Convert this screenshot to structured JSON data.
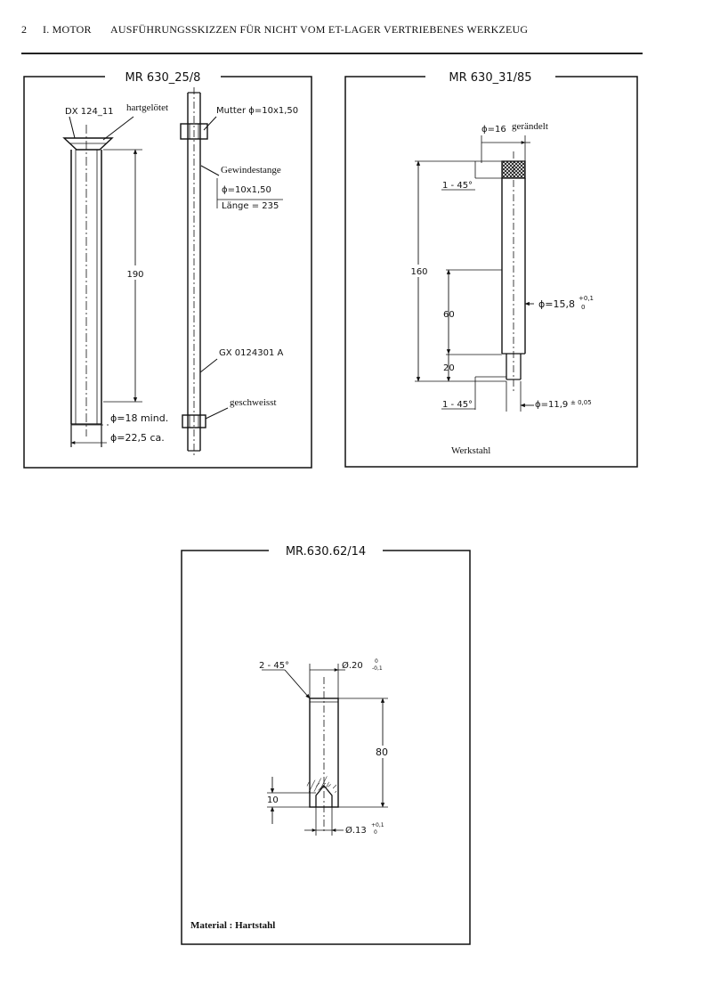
{
  "header": {
    "page_number": "2",
    "section": "I. MOTOR",
    "title": "AUSFÜHRUNGSSKIZZEN FÜR NICHT VOM ET-LAGER VERTRIEBENES WERKZEUG"
  },
  "sketch1": {
    "title": "MR 630_25/8",
    "part_ref": "DX 124_11",
    "brazed": "hartgelötet",
    "nut": "Mutter ϕ=10x1,50",
    "rod_label": "Gewindestange",
    "rod_thread": "ϕ=10x1,50",
    "rod_length": "Länge = 235",
    "length": "190",
    "part_ref2": "GX 0124301 A",
    "welded": "geschweisst",
    "diam_min": "ϕ=18 mind.",
    "diam_ca": "ϕ=22,5 ca."
  },
  "sketch2": {
    "title": "MR 630_31/85",
    "diam_knurl": "ϕ=16",
    "knurled": "gerändelt",
    "chamfer_top": "1 - 45°",
    "length_total": "160",
    "length_mid": "60",
    "diam_main": "ϕ=15,8",
    "tol_main_upper": "+0,1",
    "tol_main_lower": "0",
    "length_bottom": "20",
    "chamfer_bottom": "1 - 45°",
    "diam_end": "ϕ=11,9",
    "tol_end": "± 0,05",
    "material": "Werkstahl"
  },
  "sketch3": {
    "title": "MR.630.62/14",
    "chamfer": "2 - 45°",
    "diam_outer": "Ø.20",
    "tol_outer_upper": "0",
    "tol_outer_lower": "-0,1",
    "length": "80",
    "depth": "10",
    "diam_inner": "Ø.13",
    "tol_inner_upper": "+0,1",
    "tol_inner_lower": "0",
    "material": "Material : Hartstahl"
  }
}
